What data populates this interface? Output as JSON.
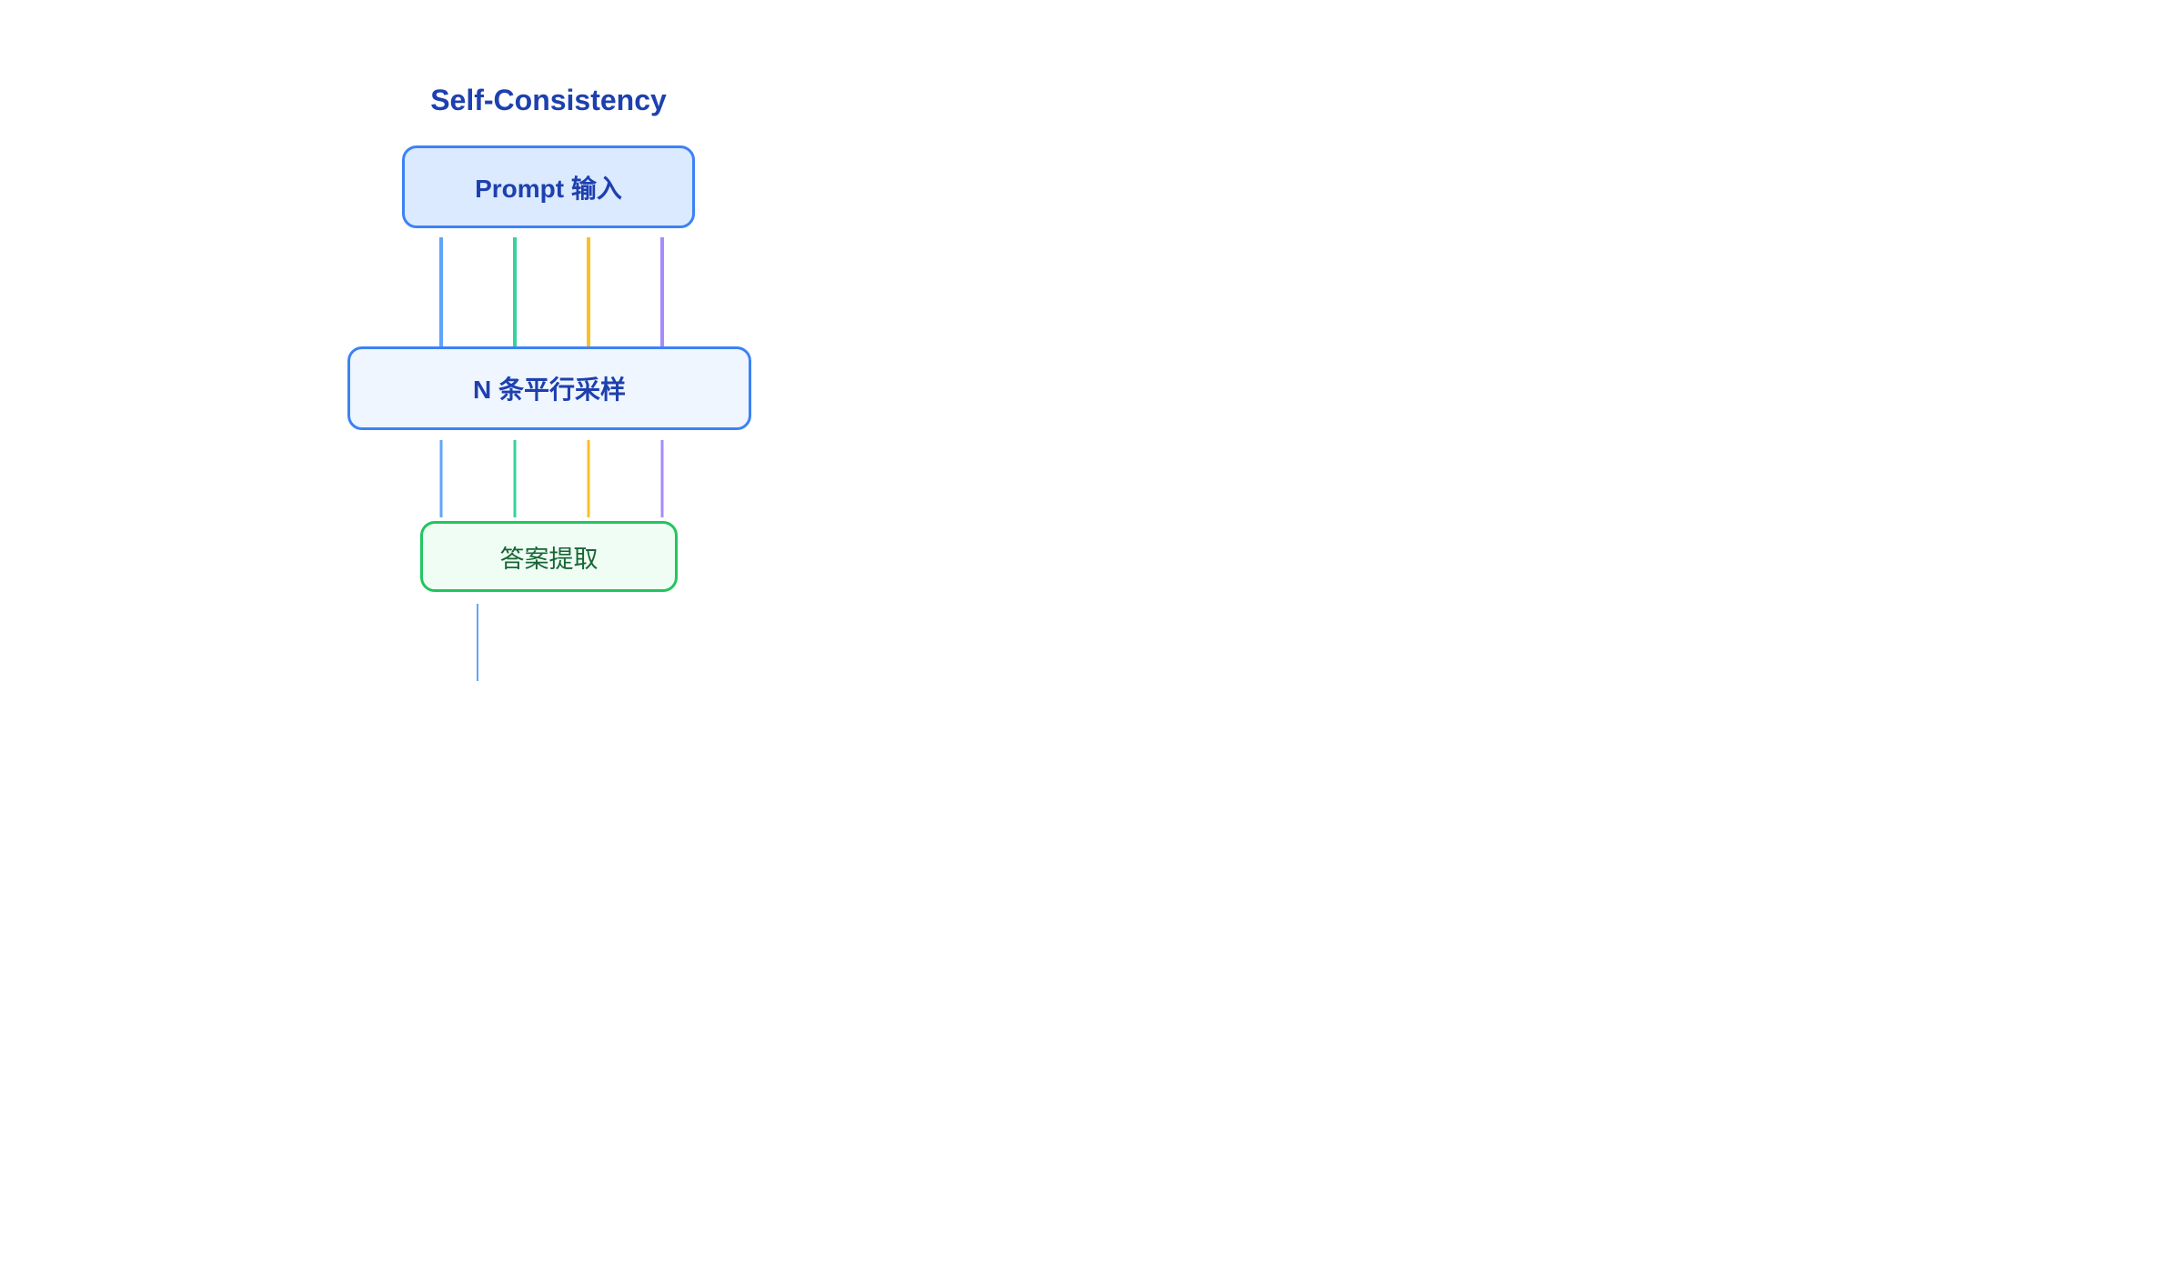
{
  "diagram": {
    "title": "Self-Consistency",
    "nodes": {
      "prompt": "Prompt 输入",
      "sampling": "N 条平行采样",
      "extract": "答案提取"
    },
    "path_colors": [
      "#60a5fa",
      "#34d399",
      "#fbbf24",
      "#a78bfa"
    ],
    "output_line_color": "#60a5fa"
  }
}
